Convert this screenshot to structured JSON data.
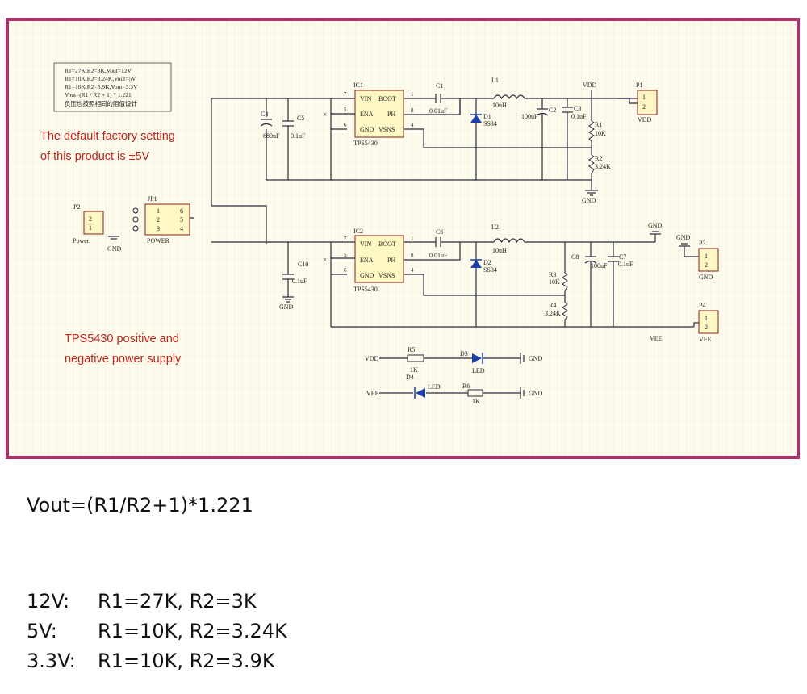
{
  "colors": {
    "frame_border": "#b0306a",
    "grid_bg": "#fdfbee",
    "wire": "#2a2a40",
    "annotation_red": "#c0241c",
    "chip_fill": "#fff8c4",
    "chip_border": "#8a1c1c"
  },
  "note_box": {
    "lines": [
      "R1=27K,R2=3K,Vout=12V",
      "R1=10K,R2=3.24K,Vout=5V",
      "R1=10K,R2=5.9K,Vout=3.3V",
      "Vout=(R1 / R2 + 1) * 1.221",
      "负压也按照相同的阻值设计"
    ]
  },
  "annotations": {
    "factory_1": "The default factory setting",
    "factory_2": "of this product is ±5V",
    "tps_1": "TPS5430 positive and",
    "tps_2": "negative power supply"
  },
  "ic1": {
    "ref": "IC1",
    "part": "TPS5430",
    "pins": {
      "vin": "VIN",
      "boot": "BOOT",
      "ena": "ENA",
      "ph": "PH",
      "gnd": "GND",
      "vsns": "VSNS"
    },
    "pin_nums": [
      "7",
      "1",
      "5",
      "8",
      "6",
      "4"
    ]
  },
  "ic2": {
    "ref": "IC2",
    "part": "TPS5430",
    "pins": {
      "vin": "VIN",
      "boot": "BOOT",
      "ena": "ENA",
      "ph": "PH",
      "gnd": "GND",
      "vsns": "VSNS"
    },
    "pin_nums": [
      "7",
      "1",
      "5",
      "8",
      "6",
      "4"
    ]
  },
  "components": {
    "c1": {
      "ref": "C1",
      "val": "0.01uF"
    },
    "c2": {
      "ref": "C2",
      "val": "100uF"
    },
    "c3": {
      "ref": "C3",
      "val": "0.1uF"
    },
    "c4": {
      "ref": "C4",
      "val": "680uF"
    },
    "c5": {
      "ref": "C5",
      "val": "0.1uF"
    },
    "c6": {
      "ref": "C6",
      "val": "0.01uF"
    },
    "c7": {
      "ref": "C7",
      "val": "0.1uF"
    },
    "c8": {
      "ref": "C8",
      "val": "100uF"
    },
    "c10": {
      "ref": "C10",
      "val": "0.1uF"
    },
    "l1": {
      "ref": "L1",
      "val": "10uH"
    },
    "l2": {
      "ref": "L2",
      "val": "10uH"
    },
    "d1": {
      "ref": "D1",
      "val": "SS34"
    },
    "d2": {
      "ref": "D2",
      "val": "SS34"
    },
    "d3": {
      "ref": "D3",
      "val": "LED"
    },
    "d4": {
      "ref": "D4",
      "val": "LED"
    },
    "r1": {
      "ref": "R1",
      "val": "10K"
    },
    "r2": {
      "ref": "R2",
      "val": "3.24K"
    },
    "r3": {
      "ref": "R3",
      "val": "10K"
    },
    "r4": {
      "ref": "R4",
      "val": "3.24K"
    },
    "r5": {
      "ref": "R5",
      "val": "1K"
    },
    "r6": {
      "ref": "R6",
      "val": "1K"
    }
  },
  "connectors": {
    "p1": {
      "ref": "P1",
      "label": "VDD",
      "pins": [
        "1",
        "2"
      ]
    },
    "p2": {
      "ref": "P2",
      "label": "Power",
      "pins": [
        "2",
        "1"
      ]
    },
    "p3": {
      "ref": "P3",
      "label": "GND",
      "pins": [
        "1",
        "2"
      ]
    },
    "p4": {
      "ref": "P4",
      "label": "VEE",
      "pins": [
        "1",
        "2"
      ]
    },
    "jp1": {
      "ref": "JP1",
      "label": "POWER",
      "pins_left": [
        "1",
        "2",
        "3"
      ],
      "pins_right": [
        "6",
        "5",
        "4"
      ]
    }
  },
  "nets": {
    "vdd": "VDD",
    "vee": "VEE",
    "gnd": "GND"
  },
  "formula": "Vout=(R1/R2+1)*1.221",
  "configs": [
    {
      "voltage": "12V:",
      "values": "R1=27K, R2=3K"
    },
    {
      "voltage": "5V:",
      "values": "R1=10K, R2=3.24K"
    },
    {
      "voltage": "3.3V:",
      "values": "R1=10K, R2=3.9K"
    }
  ]
}
